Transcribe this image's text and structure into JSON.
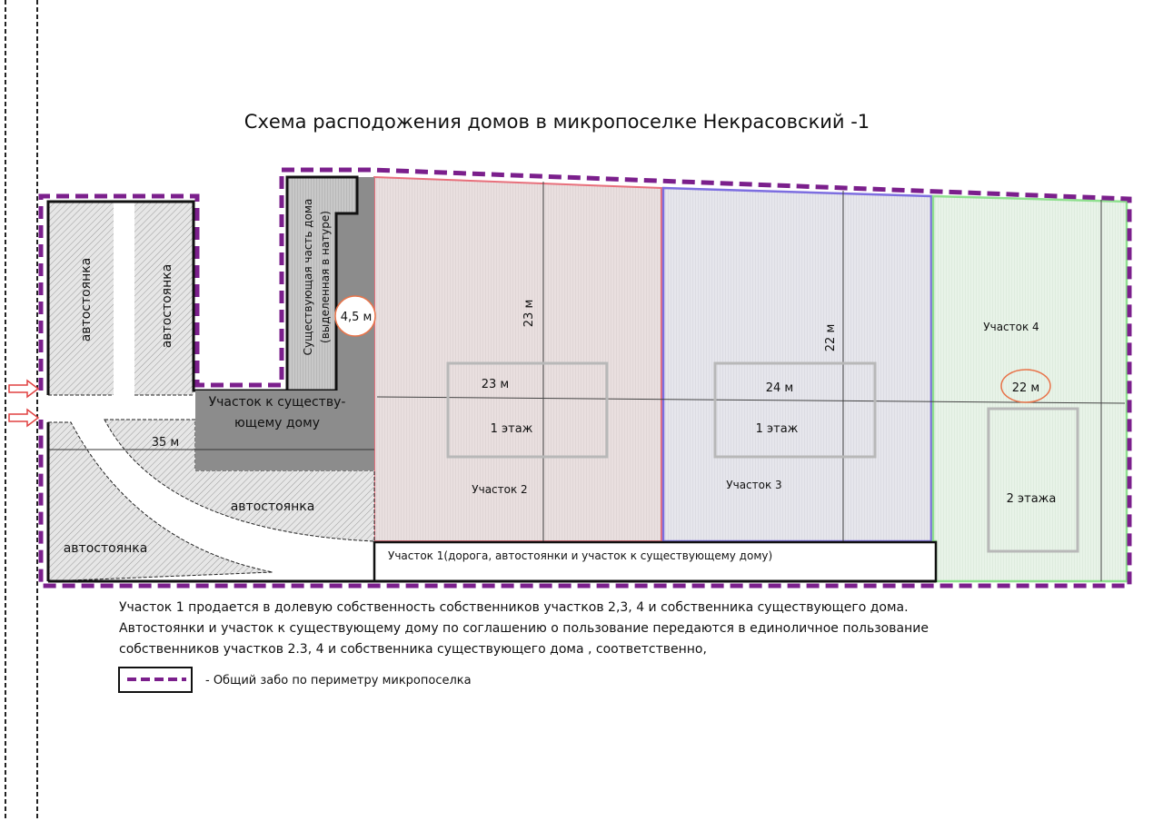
{
  "title": "Схема раcподожения домов в микропоселке Некрасовский -1",
  "labels": {
    "parking": "автостоянка",
    "existing_house_line1": "Существующая часть дома",
    "existing_house_line2": "(выделенная в натуре)",
    "existing_plot_line1": "Участок к существу-",
    "existing_plot_line2": "ющему дому",
    "dim_35": "35 м",
    "dim_45": "4,5 м",
    "plot1": "Участок 1(дорога, автостоянки и участок к существующему дому)",
    "plot2": "Участок 2",
    "plot3": "Участок 3",
    "plot4": "Участок 4",
    "plot2_width": "23  м",
    "plot2_depth": "23  м",
    "plot3_width": "24 м",
    "plot3_depth": "22  м",
    "plot4_width": "22  м",
    "floors_1": "1 этаж",
    "floors_2": "2 этажа"
  },
  "notes": [
    "Участок 1 продается в долевую собственность собственников участков 2,3, 4 и собственника существующего дома.",
    "Автостоянки и участок к существующему дому по соглашению о пользование передаются в единоличное пользование",
    "собственников участков 2.3, 4 и собственника существующего дома , соответственно,"
  ],
  "legend": {
    "fence": "- Общий забо по периметру микропоселка"
  },
  "colors": {
    "fence": "#7b1f8c",
    "plot2": "#e8707c",
    "plot3": "#7d6ee0",
    "plot4": "#8fe08f",
    "highlight": "#e8744a"
  }
}
